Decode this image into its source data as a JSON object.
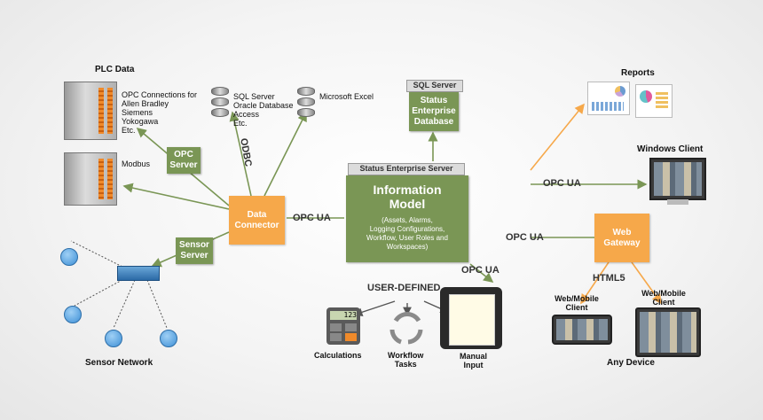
{
  "sections": {
    "plc_data": "PLC Data",
    "sensor_network": "Sensor Network",
    "reports": "Reports",
    "windows_client": "Windows Client",
    "any_device": "Any Device"
  },
  "plc": {
    "opc_lines": [
      "OPC Connections for",
      "Allen Bradley",
      "Siemens",
      "Yokogawa",
      "Etc."
    ],
    "modbus": "Modbus"
  },
  "databases": {
    "sql_lines": [
      "SQL Server",
      "Oracle Database",
      "Access",
      "Etc."
    ],
    "excel": "Microsoft Excel"
  },
  "boxes": {
    "opc_server": [
      "OPC",
      "Server"
    ],
    "sensor_server": [
      "Sensor",
      "Server"
    ],
    "data_connector": [
      "Data",
      "Connector"
    ],
    "sql_server_tag": "SQL Server",
    "status_db": [
      "Status",
      "Enterprise",
      "Database"
    ],
    "server_tag": "Status Enterprise Server",
    "info_title": [
      "Information",
      "Model"
    ],
    "info_desc": [
      "(Assets, Alarms,",
      "Logging Configurations,",
      "Workflow, User Roles and",
      "Workspaces)"
    ],
    "web_gateway": [
      "Web",
      "Gateway"
    ]
  },
  "connectors": {
    "odbc": "ODBC",
    "opc_ua_left": "OPC UA",
    "opc_ua_windows": "OPC UA",
    "opc_ua_gateway": "OPC UA",
    "opc_ua_bottom": "OPC UA",
    "html5": "HTML5",
    "user_defined": "USER-DEFINED"
  },
  "clients": {
    "web_mobile_1": [
      "Web/Mobile",
      "Client"
    ],
    "web_mobile_2": [
      "Web/Mobile",
      "Client"
    ]
  },
  "bottom": {
    "calculations": "Calculations",
    "workflow": [
      "Workflow",
      "Tasks"
    ],
    "manual": [
      "Manual",
      "Input"
    ],
    "calc_display": "123"
  },
  "colors": {
    "green": "#7a9655",
    "orange": "#f6a84a",
    "connector_line": "#7a9655",
    "orange_line": "#f6a84a"
  }
}
